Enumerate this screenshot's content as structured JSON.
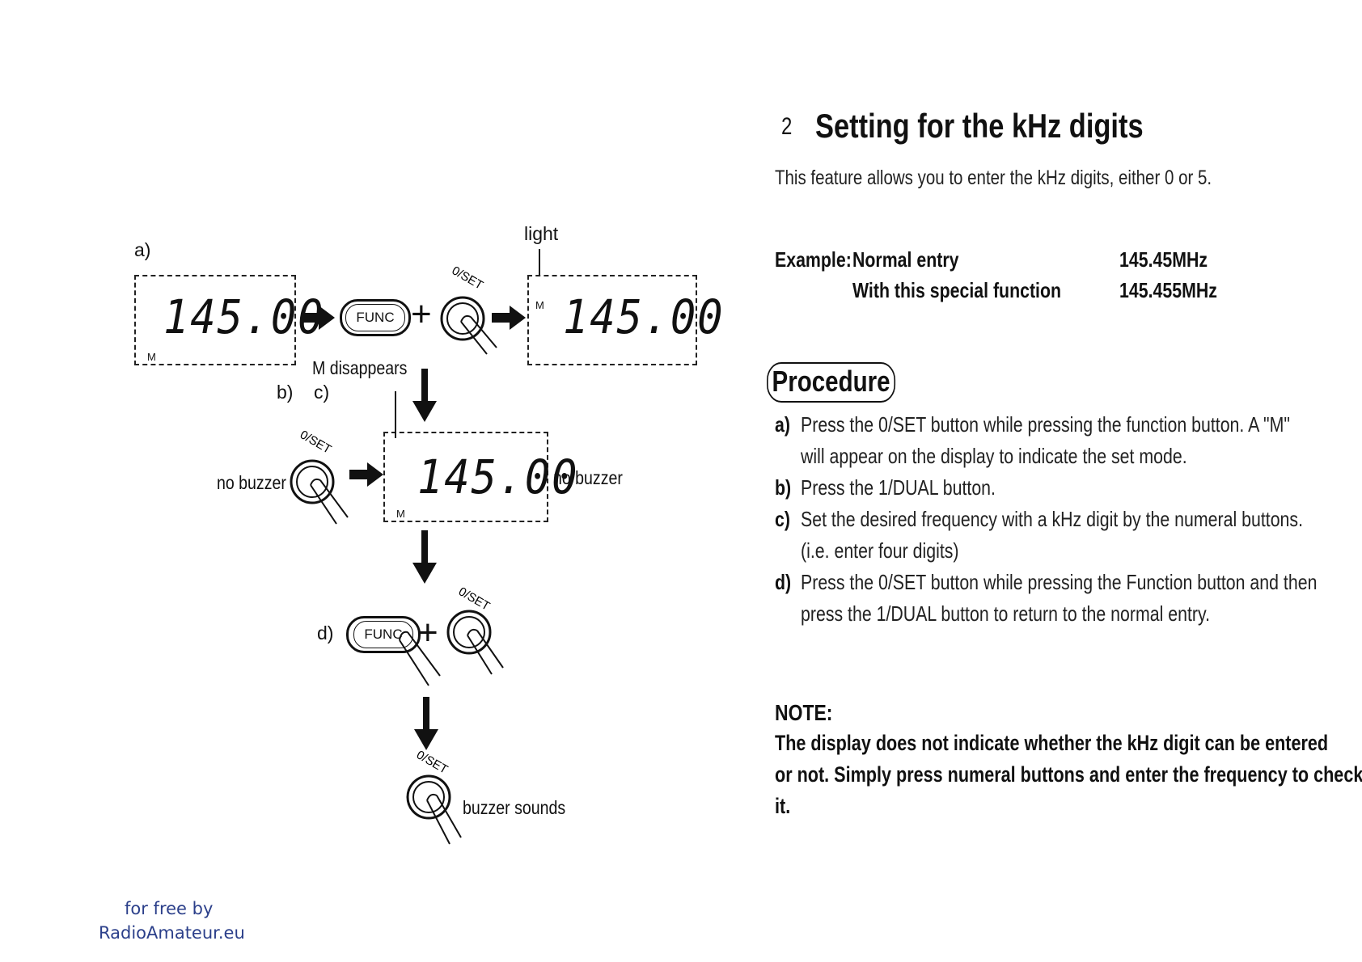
{
  "diagram": {
    "label_a": "a)",
    "label_light": "light",
    "label_m_disappears": "M disappears",
    "label_b": "b)",
    "label_c": "c)",
    "label_no_buzzer_left": "no buzzer",
    "label_no_buzzer_right": "no buzzer",
    "label_d": "d)",
    "label_buzzer_sounds": "buzzer sounds",
    "lcd_digits": "145.00",
    "lcd_m": "M",
    "func_label": "FUNC",
    "oset_label": "0/SET"
  },
  "section": {
    "number": "2",
    "title": "Setting for the kHz digits",
    "intro": "This feature allows you to enter the kHz digits, either 0 or 5."
  },
  "example": {
    "label": "Example:",
    "row1_name": "Normal entry",
    "row1_value": "145.45MHz",
    "row2_name": "With this special function",
    "row2_value": "145.455MHz"
  },
  "procedure": {
    "heading": "Procedure",
    "steps": [
      {
        "key": "a)",
        "lines": [
          "Press the 0/SET button while pressing the function button. A \"M\"",
          "will appear on the display to indicate the set mode."
        ]
      },
      {
        "key": "b)",
        "lines": [
          "Press the 1/DUAL button."
        ]
      },
      {
        "key": "c)",
        "lines": [
          "Set the desired frequency with a kHz digit by the numeral buttons.",
          "(i.e. enter four digits)"
        ]
      },
      {
        "key": "d)",
        "lines": [
          "Press the 0/SET button while pressing the Function button and then",
          "press the 1/DUAL button to return to the normal entry."
        ]
      }
    ]
  },
  "note": {
    "heading": "NOTE:",
    "lines": [
      "The display does not indicate whether the kHz digit can be entered",
      "or not. Simply press numeral buttons and enter the frequency to check",
      "it."
    ]
  },
  "footer": {
    "line1": "for free by",
    "line2": "RadioAmateur.eu"
  }
}
